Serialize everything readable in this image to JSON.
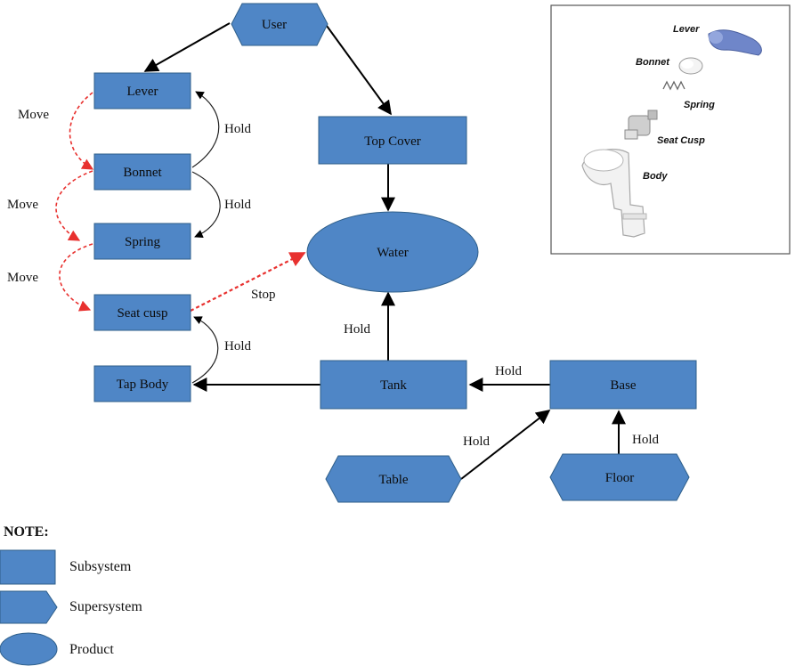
{
  "colors": {
    "subsystem_fill": "#4f86c6",
    "edge_solid": "#000000",
    "edge_dashed": "#e8312f",
    "inset_lever": "#6f86c9"
  },
  "nodes": {
    "user": "User",
    "lever": "Lever",
    "bonnet": "Bonnet",
    "spring": "Spring",
    "seat_cusp": "Seat cusp",
    "tap_body": "Tap Body",
    "top_cover": "Top Cover",
    "water": "Water",
    "tank": "Tank",
    "base": "Base",
    "table": "Table",
    "floor": "Floor"
  },
  "edge_labels": {
    "move_lever_bonnet": "Move",
    "move_bonnet_spring": "Move",
    "move_spring_seat": "Move",
    "hold_bonnet_lever": "Hold",
    "hold_bonnet_spring": "Hold",
    "stop_seat_water": "Stop",
    "hold_tapbody_seat": "Hold",
    "hold_tank_water": "Hold",
    "hold_base_tank": "Hold",
    "hold_table_base": "Hold",
    "hold_floor_base": "Hold"
  },
  "inset": {
    "lever": "Lever",
    "bonnet": "Bonnet",
    "spring": "Spring",
    "seat_cusp": "Seat Cusp",
    "body": "Body"
  },
  "legend": {
    "title": "NOTE:",
    "subsystem": "Subsystem",
    "supersystem": "Supersystem",
    "product": "Product"
  }
}
